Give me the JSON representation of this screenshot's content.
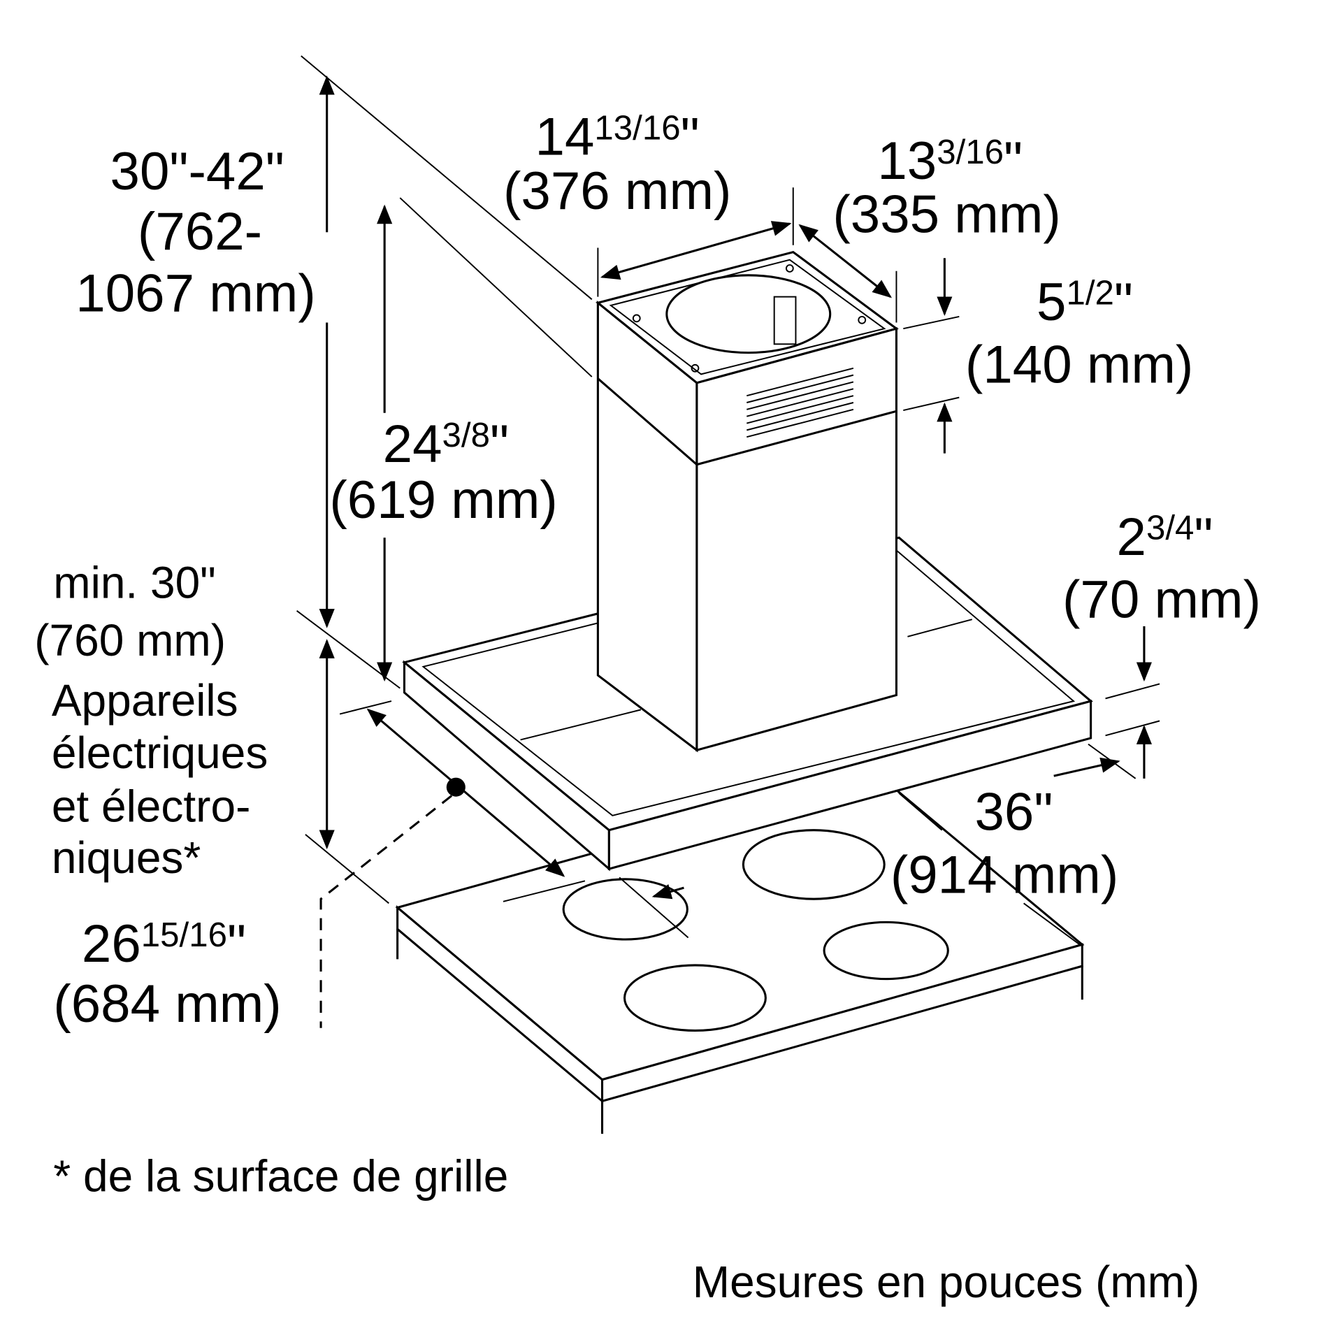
{
  "labels": {
    "top_width": {
      "whole": "14",
      "frac": "13/16",
      "unit": "\"",
      "metric": "(376 mm)"
    },
    "top_depth": {
      "whole": "13",
      "frac": "3/16",
      "unit": "\"",
      "metric": "(335 mm)"
    },
    "chimney_band": {
      "whole": "5",
      "frac": "1/2",
      "unit": "\"",
      "metric": "(140 mm)"
    },
    "mount_height": {
      "line1": "30\"-42\"",
      "line2": "(762-",
      "line3": "1067 mm)"
    },
    "chimney_height": {
      "whole": "24",
      "frac": "3/8",
      "unit": "\"",
      "metric": "(619 mm)"
    },
    "canopy_thickness": {
      "whole": "2",
      "frac": "3/4",
      "unit": "\"",
      "metric": "(70 mm)"
    },
    "min_clearance": {
      "line1": "min. 30\"",
      "line2": "(760 mm)",
      "line3": "Appareils",
      "line4": "électriques",
      "line5": "et électro-",
      "line6": "niques*"
    },
    "width": {
      "line1": "36\"",
      "line2": "(914 mm)"
    },
    "depth": {
      "whole": "26",
      "frac": "15/16",
      "unit": "\"",
      "metric": "(684 mm)"
    },
    "footnote": "* de la surface de grille",
    "units_note": "Mesures en pouces (mm)"
  }
}
